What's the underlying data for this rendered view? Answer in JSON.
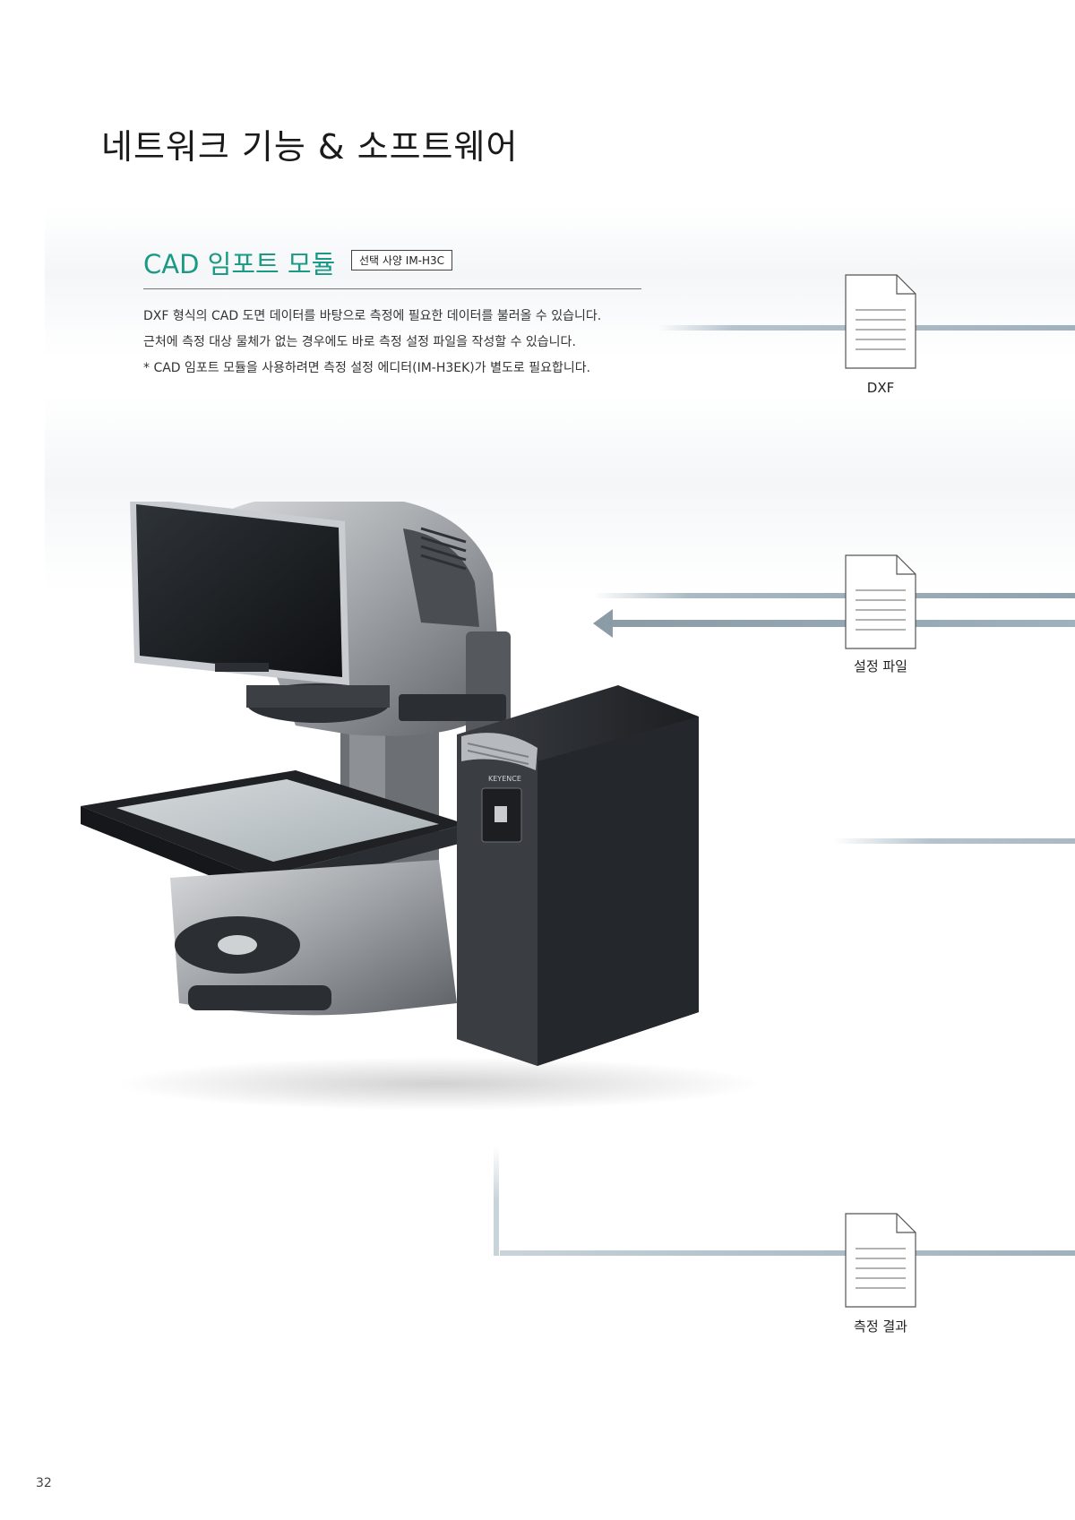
{
  "page_title": "네트워크 기능 & 소프트웨어",
  "section": {
    "title": "CAD 임포트 모듈",
    "option_tag": "선택 사양 IM-H3C",
    "description": [
      "DXF 형식의 CAD 도면 데이터를 바탕으로 측정에 필요한 데이터를 불러올 수 있습니다.",
      "근처에 측정 대상 물체가 없는 경우에도 바로 측정 설정 파일을 작성할 수 있습니다.",
      "* CAD 임포트 모듈을 사용하려면 측정 설정 에디터(IM-H3EK)가 별도로 필요합니다."
    ]
  },
  "diagram": {
    "files": [
      {
        "label": "DXF",
        "icon": "document-icon"
      },
      {
        "label": "설정 파일",
        "icon": "document-icon"
      },
      {
        "label": "측정 결과",
        "icon": "document-icon"
      }
    ],
    "arrow_icon": "left-arrow-icon",
    "colors": {
      "connector": "#9fb1bd",
      "arrow": "#8a9ba6",
      "accent": "#1a9a84"
    }
  },
  "product": {
    "brand": "KEYENCE",
    "image_icon": "measurement-system-image"
  },
  "page_number": "32"
}
